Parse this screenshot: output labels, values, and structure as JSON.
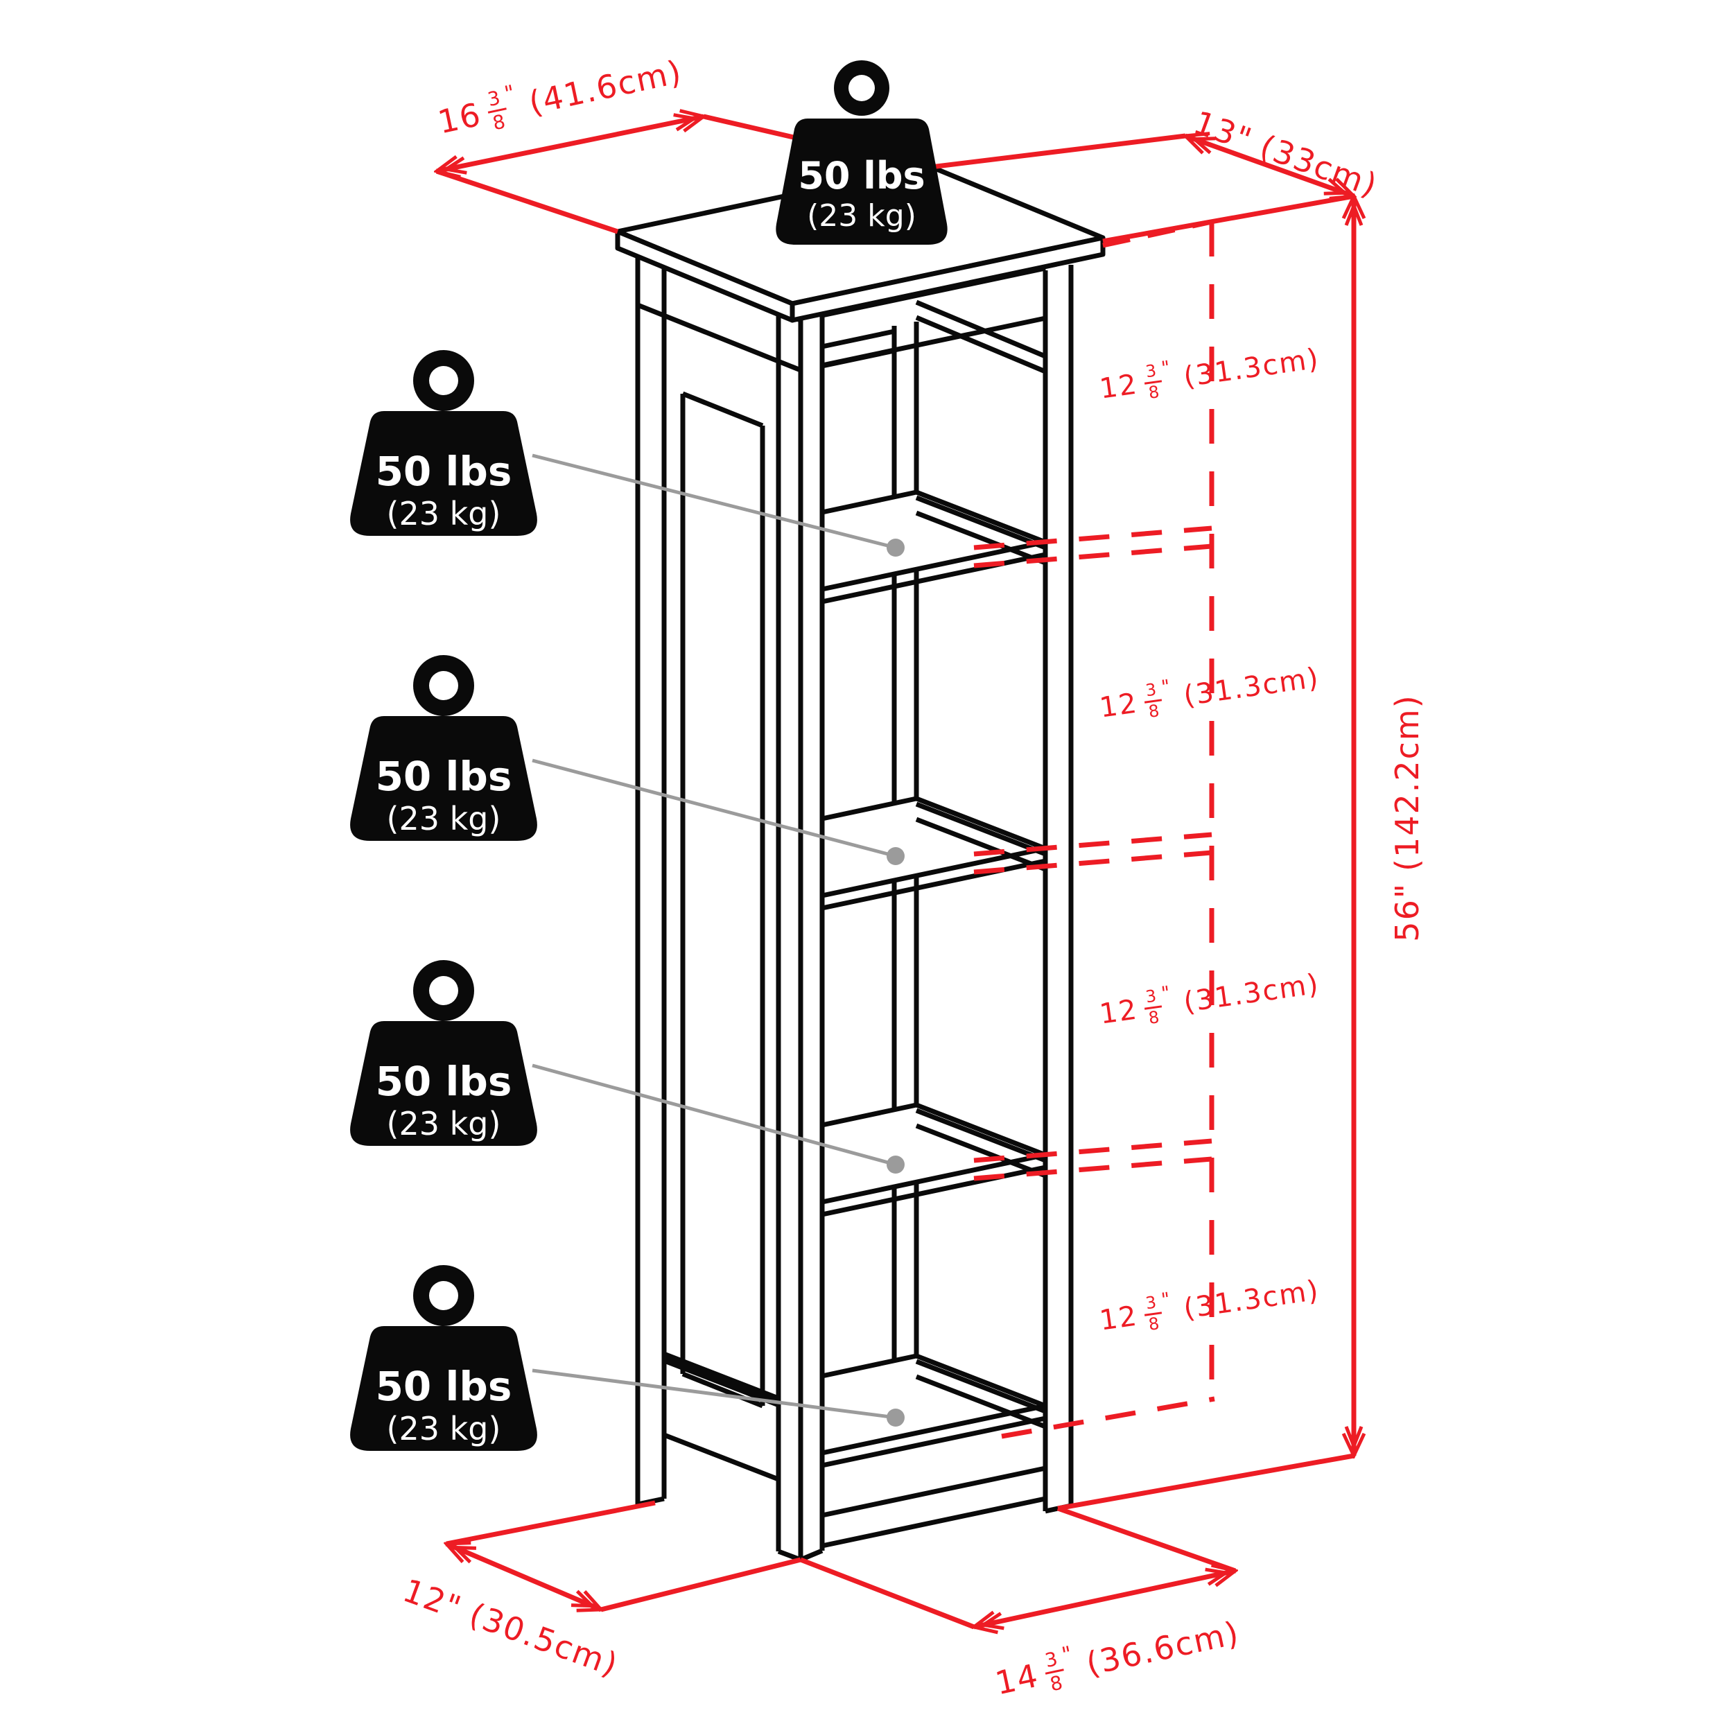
{
  "colors": {
    "dimension_red": "#ED1C24",
    "line_black": "#0a0a0a",
    "leader_gray": "#9b9b9b",
    "weight_fill": "#0a0a0a",
    "weight_text": "#ffffff"
  },
  "icons": {
    "weight": "kettlebell-weight-icon",
    "arrowhead": "double-chevron-arrow-icon"
  },
  "weights": [
    {
      "lbs": "50 lbs",
      "kg": "(23 kg)"
    },
    {
      "lbs": "50 lbs",
      "kg": "(23 kg)"
    },
    {
      "lbs": "50 lbs",
      "kg": "(23 kg)"
    },
    {
      "lbs": "50 lbs",
      "kg": "(23 kg)"
    },
    {
      "lbs": "50 lbs",
      "kg": "(23 kg)"
    }
  ],
  "dimensions": {
    "top_width": {
      "whole": "16",
      "numerator": "3",
      "denominator": "8",
      "inch_mark": "\"",
      "metric": "(41.6cm)"
    },
    "top_depth": {
      "value": "13\"",
      "metric": "(33cm)"
    },
    "height": {
      "value": "56\"",
      "metric": "(142.2cm)"
    },
    "shelf_spacing": [
      {
        "whole": "12",
        "numerator": "3",
        "denominator": "8",
        "inch_mark": "\"",
        "metric": "(31.3cm)"
      },
      {
        "whole": "12",
        "numerator": "3",
        "denominator": "8",
        "inch_mark": "\"",
        "metric": "(31.3cm)"
      },
      {
        "whole": "12",
        "numerator": "3",
        "denominator": "8",
        "inch_mark": "\"",
        "metric": "(31.3cm)"
      },
      {
        "whole": "12",
        "numerator": "3",
        "denominator": "8",
        "inch_mark": "\"",
        "metric": "(31.3cm)"
      }
    ],
    "base_depth": {
      "value": "12\"",
      "metric": "(30.5cm)"
    },
    "base_width": {
      "whole": "14",
      "numerator": "3",
      "denominator": "8",
      "inch_mark": "\"",
      "metric": "(36.6cm)"
    }
  }
}
